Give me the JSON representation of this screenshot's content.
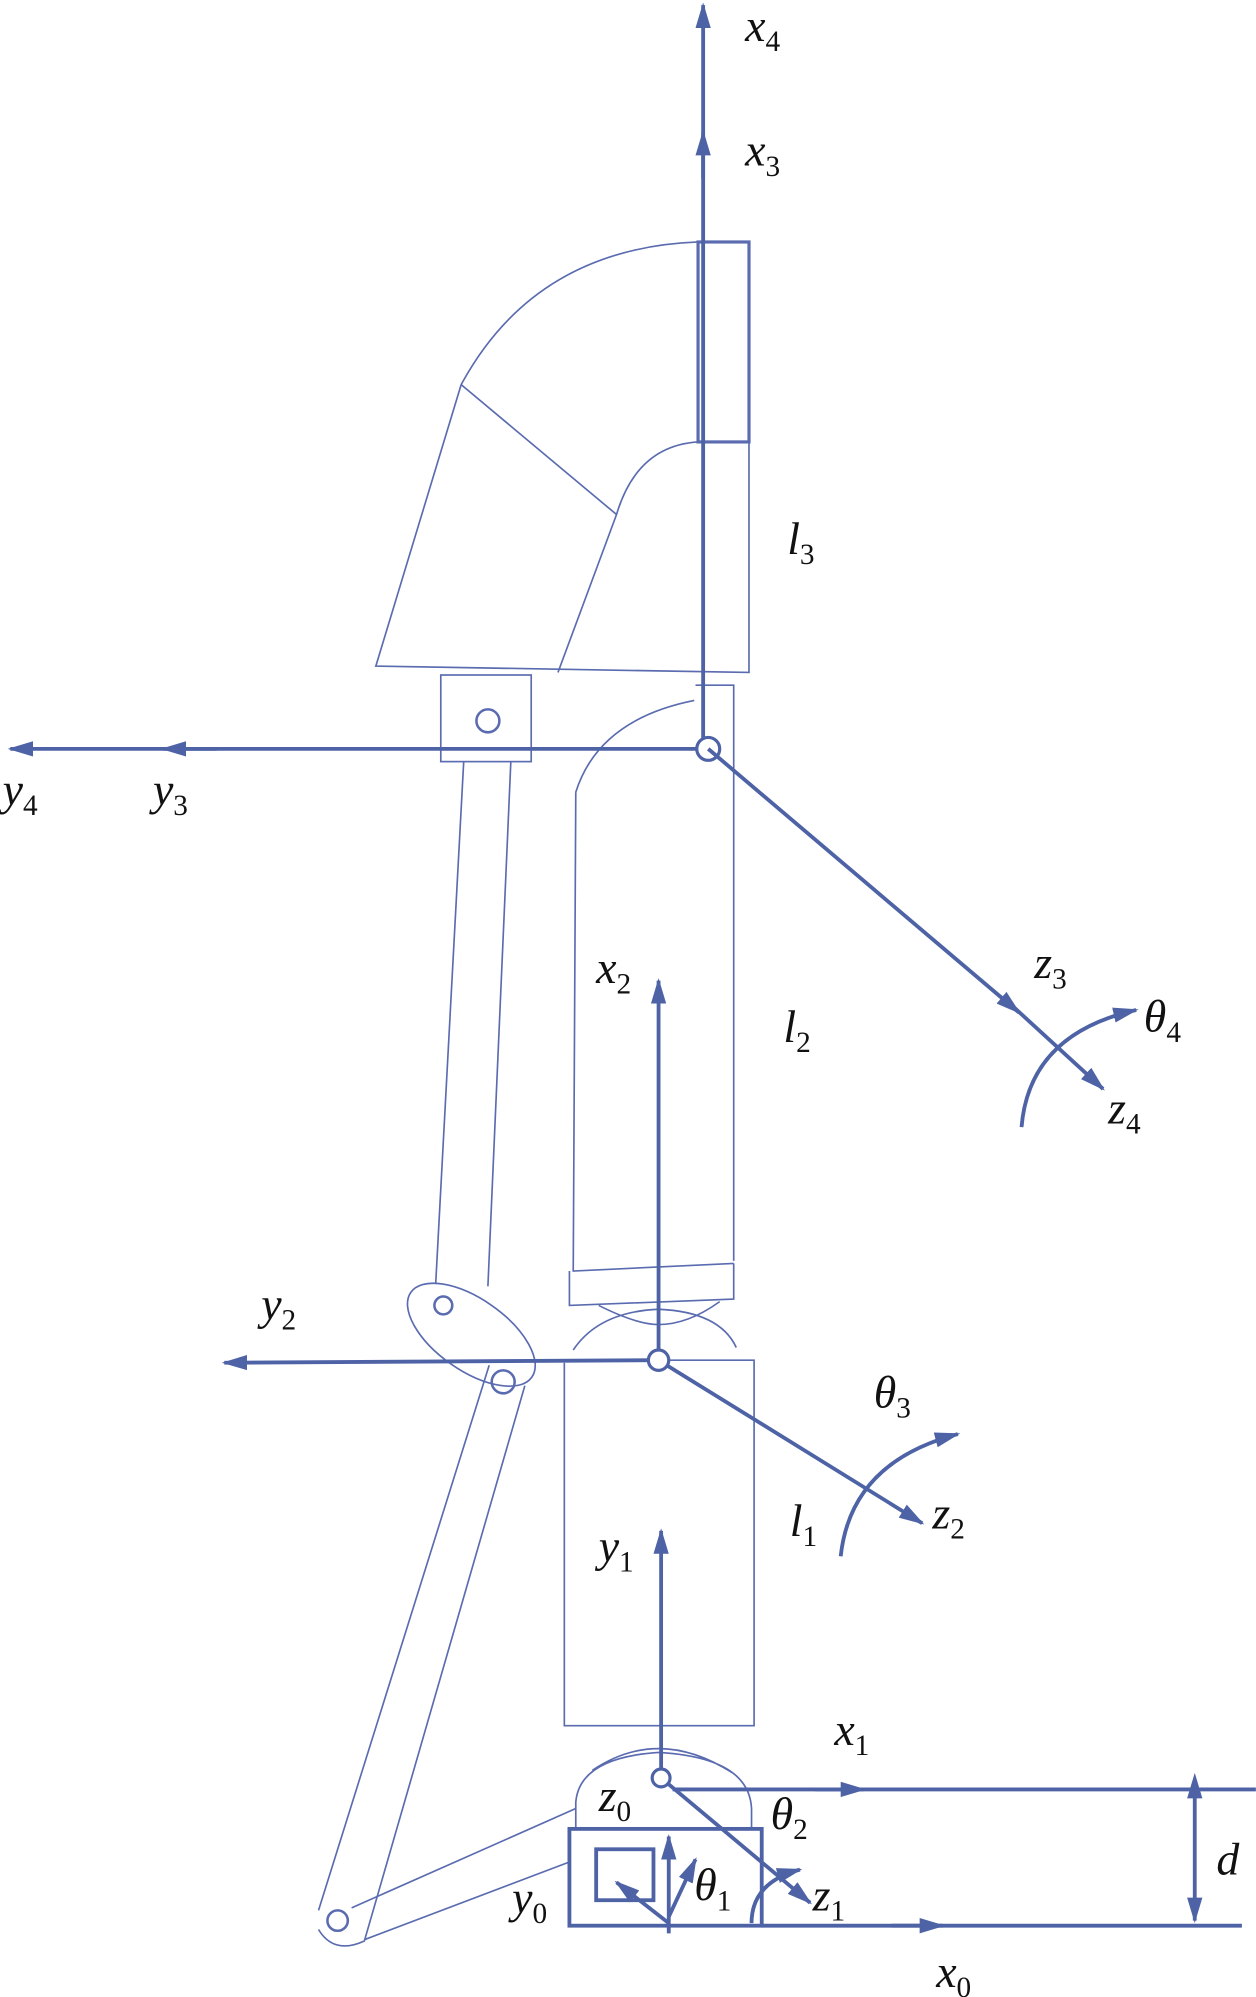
{
  "colors": {
    "line": "#5a6bb0",
    "axis": "#4e62a6",
    "text": "#111111"
  },
  "labels": {
    "x4": {
      "var": "x",
      "sub": "4"
    },
    "x3": {
      "var": "x",
      "sub": "3"
    },
    "l3": {
      "var": "l",
      "sub": "3"
    },
    "y4": {
      "var": "y",
      "sub": "4"
    },
    "y3": {
      "var": "y",
      "sub": "3"
    },
    "x2": {
      "var": "x",
      "sub": "2"
    },
    "l2": {
      "var": "l",
      "sub": "2"
    },
    "z3": {
      "var": "z",
      "sub": "3"
    },
    "theta4": {
      "var": "θ",
      "sub": "4"
    },
    "z4": {
      "var": "z",
      "sub": "4"
    },
    "y2": {
      "var": "y",
      "sub": "2"
    },
    "theta3": {
      "var": "θ",
      "sub": "3"
    },
    "l1": {
      "var": "l",
      "sub": "1"
    },
    "z2": {
      "var": "z",
      "sub": "2"
    },
    "y1": {
      "var": "y",
      "sub": "1"
    },
    "x1": {
      "var": "x",
      "sub": "1"
    },
    "z0": {
      "var": "z",
      "sub": "0"
    },
    "theta2": {
      "var": "θ",
      "sub": "2"
    },
    "d": {
      "var": "d"
    },
    "y0": {
      "var": "y",
      "sub": "0"
    },
    "theta1": {
      "var": "θ",
      "sub": "1"
    },
    "z1": {
      "var": "z",
      "sub": "1"
    },
    "x0": {
      "var": "x",
      "sub": "0"
    }
  }
}
